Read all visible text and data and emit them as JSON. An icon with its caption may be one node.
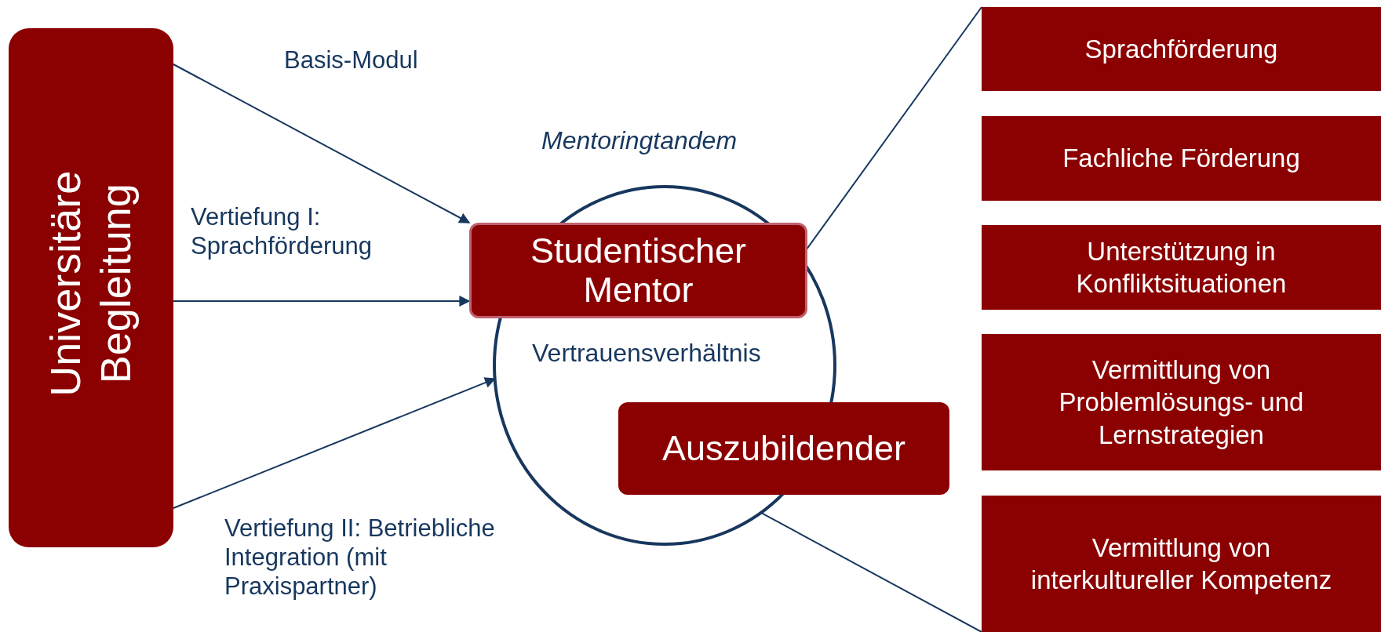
{
  "diagram": {
    "nodes": [
      {
        "text": [
          "Universitäre Begleitung"
        ]
      },
      {
        "text": [
          "Mentoringtandem",
          "Vertrauensverhältnis"
        ]
      },
      {
        "text": [
          "Studentischer Mentor"
        ]
      },
      {
        "text": [
          "Auszubildender"
        ]
      },
      {
        "text": [
          "Sprachförderung"
        ]
      },
      {
        "text": [
          "Fachliche Förderung"
        ]
      },
      {
        "text": [
          "Unterstützung in Konfliktsituationen"
        ]
      },
      {
        "text": [
          "Vermittlung von Problemlösungs- und Lernstrategien"
        ]
      },
      {
        "text": [
          "Vermittlung von interkultureller Kompetenz"
        ]
      }
    ],
    "edges": [
      {
        "from": 0,
        "to": 2,
        "arrow": "to",
        "label": "Basis-Modul"
      },
      {
        "from": 0,
        "to": 2,
        "arrow": "to",
        "label": "Vertiefung I: Sprachförderung"
      },
      {
        "from": 0,
        "to": 1,
        "arrow": "to",
        "label": "Vertiefung II: Betriebliche Integration (mit Praxispartner)"
      },
      {
        "from": 1,
        "to": 4,
        "arrow": "none"
      },
      {
        "from": 1,
        "to": 8,
        "arrow": "none"
      }
    ]
  }
}
